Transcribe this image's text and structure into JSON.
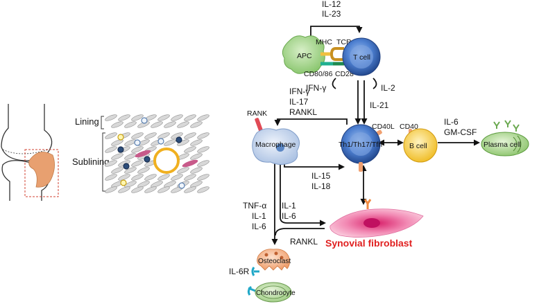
{
  "colors": {
    "accent_red": "#e02020",
    "tcell_blue": "#3b6fc4",
    "bcell_yellow": "#f4c430",
    "apc_green": "#8cc870",
    "plasma_green": "#9ccc7a",
    "fibroblast_pink": "#ee6aa0",
    "osteoclast_orange": "#f2a070",
    "macrophage_blue": "#b8cde8",
    "receptor_cyan": "#20a8c8",
    "joint_tissue": "#e8a070"
  },
  "tissue": {
    "lining_label": "Lining",
    "sublining_label": "Sublining"
  },
  "apc": {
    "label": "APC",
    "mhc_label": "MHC",
    "tcr_label": "TCR",
    "cd80_label": "CD80/86",
    "cd28_label": "CD28"
  },
  "tcell": {
    "label": "T cell"
  },
  "top_cytokines": {
    "il12": "IL-12",
    "il23": "IL-23"
  },
  "autocrine": {
    "ifng": "IFN-γ",
    "il2": "IL-2"
  },
  "il21_label": "IL-21",
  "th_cell": {
    "label": "Th1/Th17/Tfh",
    "cd40l_label": "CD40L"
  },
  "bcell": {
    "label": "B cell",
    "cd40_label": "CD40"
  },
  "plasma": {
    "label": "Plasma cell"
  },
  "b_to_plasma": {
    "line1": "IL-6",
    "line2": "GM-CSF"
  },
  "macrophage": {
    "label": "Macrophage",
    "rank_label": "RANK"
  },
  "th_to_mac": {
    "line1": "IFN-γ",
    "line2": "IL-17",
    "line3": "RANKL"
  },
  "mac_to_th": {
    "line1": "IL-15",
    "line2": "IL-18"
  },
  "mac_left": {
    "line1": "TNF-α",
    "line2": "IL-1",
    "line3": "IL-6"
  },
  "mac_right": {
    "line1": "IL-1",
    "line2": "IL-6"
  },
  "fibroblast": {
    "label": "Synovial fibroblast"
  },
  "rankl_label": "RANKL",
  "osteoclast": {
    "label": "Osteoclast",
    "il6r_label": "IL-6R"
  },
  "chondrocyte": {
    "label": "Chondrocyte"
  }
}
